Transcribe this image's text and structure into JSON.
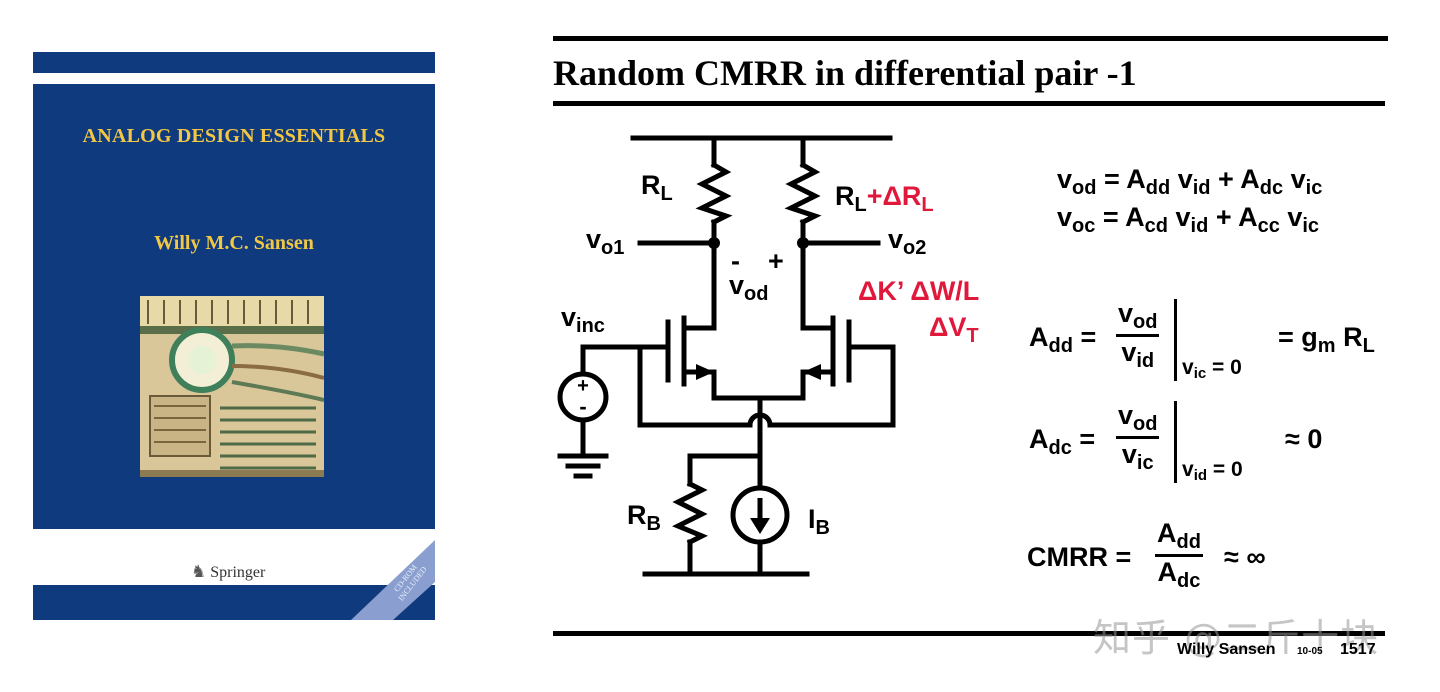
{
  "cover": {
    "title": "ANALOG DESIGN ESSENTIALS",
    "author": "Willy M.C. Sansen",
    "publisher": "Springer",
    "cd_label_line1": "CD-ROM",
    "cd_label_line2": "INCLUDED",
    "colors": {
      "background": "#0f3a7e",
      "title": "#f2c744",
      "ribbon": "#8a9fd0"
    }
  },
  "slide": {
    "title": "Random CMRR in differential pair -1",
    "labels": {
      "rl_left": "R",
      "rl_left_sub": "L",
      "rl_right": "R",
      "rl_right_sub": "L",
      "delta_rl_plus": "+ΔR",
      "delta_rl_sub": "L",
      "vo1": "v",
      "vo1_sub": "o1",
      "vo2": "v",
      "vo2_sub": "o2",
      "minus": "-",
      "plus": "+",
      "vod": "v",
      "vod_sub": "od",
      "mismatch_1": "ΔK’ ΔW/L",
      "mismatch_2": "ΔV",
      "mismatch_2_sub": "T",
      "vinc": "v",
      "vinc_sub": "inc",
      "rb": "R",
      "rb_sub": "B",
      "ib": "I",
      "ib_sub": "B"
    },
    "equations": {
      "eq1": {
        "v": "v",
        "v_sub": "od",
        "rest1": " = A",
        "a1_sub": "dd",
        "v2": " v",
        "v2_sub": "id",
        "rest2": " + A",
        "a2_sub": "dc",
        "v3": " v",
        "v3_sub": "ic"
      },
      "eq2": {
        "v": "v",
        "v_sub": "oc",
        "rest1": " = A",
        "a1_sub": "cd",
        "v2": " v",
        "v2_sub": "id",
        "rest2": " + A",
        "a2_sub": "cc",
        "v3": " v",
        "v3_sub": "ic"
      },
      "add": {
        "lhs": "A",
        "lhs_sub": "dd",
        "eq": "=",
        "num": "v",
        "num_sub": "od",
        "den": "v",
        "den_sub": "id",
        "cond": "v",
        "cond_sub": "ic",
        "cond_rest": " = 0",
        "result": "= g",
        "result_sub": "m",
        "result_rest": " R",
        "result_sub2": "L"
      },
      "adc": {
        "lhs": "A",
        "lhs_sub": "dc",
        "eq": "=",
        "num": "v",
        "num_sub": "od",
        "den": "v",
        "den_sub": "ic",
        "cond": "v",
        "cond_sub": "id",
        "cond_rest": " = 0",
        "result": "≈ 0"
      },
      "cmrr": {
        "lhs": "CMRR =",
        "num": "A",
        "num_sub": "dd",
        "den": "A",
        "den_sub": "dc",
        "result": "≈ ∞"
      }
    },
    "footer": {
      "name": "Willy Sansen",
      "date": "10-05",
      "page": "1517"
    },
    "watermark": "知乎 @二斤十块",
    "colors": {
      "accent": "#e0183c"
    }
  }
}
